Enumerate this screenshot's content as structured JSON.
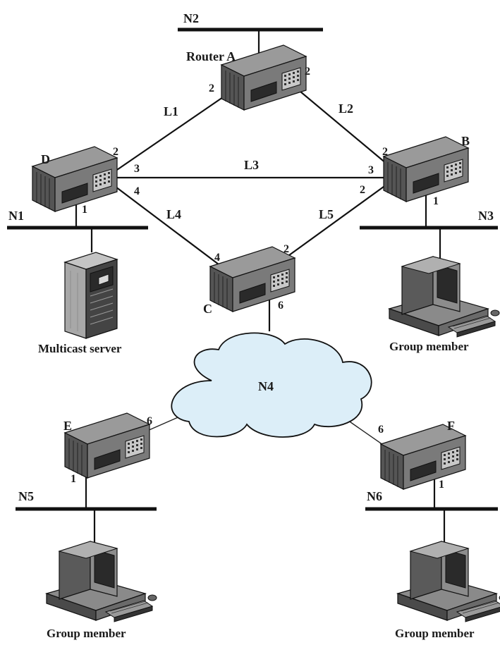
{
  "networks": {
    "n1": "N1",
    "n2": "N2",
    "n3": "N3",
    "n4": "N4",
    "n5": "N5",
    "n6": "N6"
  },
  "routers": {
    "a": "Router A",
    "b": "B",
    "c": "C",
    "d": "D",
    "e": "E",
    "f": "F"
  },
  "links": {
    "l1": "L1",
    "l2": "L2",
    "l3": "L3",
    "l4": "L4",
    "l5": "L5"
  },
  "ports": {
    "a_left": "2",
    "a_right": "2",
    "d_top": "2",
    "d_l3": "3",
    "d_l4": "4",
    "d_bottom": "1",
    "b_l2": "2",
    "b_l3": "3",
    "b_l5": "2",
    "b_bottom": "1",
    "c_l4": "4",
    "c_l5": "2",
    "c_n4": "6",
    "e_n4": "6",
    "e_bottom": "1",
    "f_n4": "6",
    "f_bottom": "1"
  },
  "hosts": {
    "server": "Multicast server",
    "member_b": "Group member",
    "member_e": "Group member",
    "member_f": "Group member"
  },
  "colors": {
    "cloud_fill": "#dceef8",
    "device_dark": "#2f2f2f",
    "device_mid": "#6d6d6d",
    "device_light": "#a9a9a9"
  }
}
